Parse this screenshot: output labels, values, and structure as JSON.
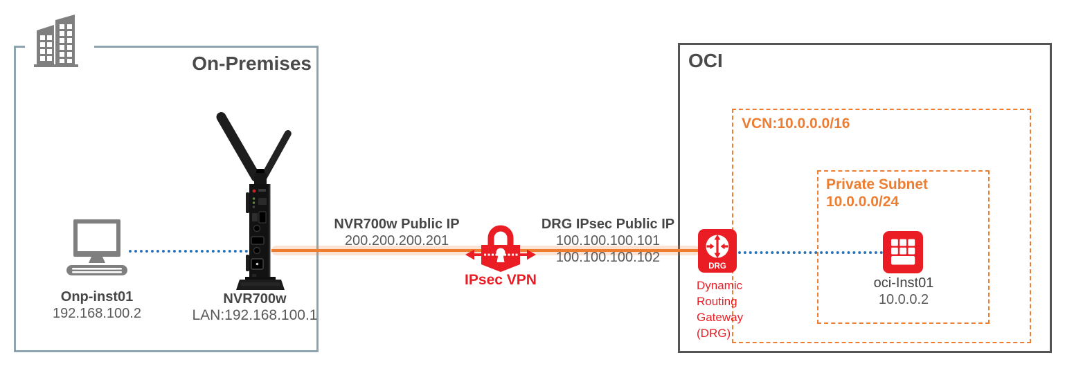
{
  "on_premises": {
    "title": "On-Premises",
    "instance": {
      "name": "Onp-inst01",
      "ip": "192.168.100.2"
    },
    "router": {
      "name": "NVR700w",
      "lan_ip": "LAN:192.168.100.1"
    }
  },
  "connection": {
    "nvr_public_ip_label": "NVR700w Public IP",
    "nvr_public_ip": "200.200.200.201",
    "drg_public_ip_label": "DRG IPsec Public IP",
    "drg_public_ip_primary": "100.100.100.101",
    "drg_public_ip_secondary": "100.100.100.102",
    "vpn_label": "IPsec VPN"
  },
  "oci": {
    "title": "OCI",
    "vcn_label": "VCN:10.0.0.0/16",
    "private_subnet_label": [
      "Private Subnet",
      "10.0.0.0/24"
    ],
    "drg": {
      "icon_label": "DRG",
      "name_lines": [
        "Dynamic",
        "Routing",
        "Gateway",
        "(DRG)"
      ]
    },
    "instance": {
      "name": "oci-Inst01",
      "ip": "10.0.0.2"
    }
  },
  "colors": {
    "orange_accent": "#ED7D31",
    "red_accent": "#EA1D25",
    "blue_connector": "#2E75B6",
    "onprem_border": "#8DA4AE",
    "oci_border": "#545454",
    "text_dark": "#464646",
    "text_gray": "#595959"
  }
}
